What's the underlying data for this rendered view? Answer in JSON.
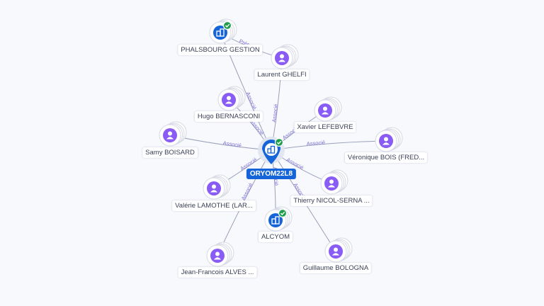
{
  "center": {
    "label": "ORYOM22L8",
    "icon": "company-icon",
    "verified": true
  },
  "nodes": [
    {
      "id": "phalsbourg",
      "label": "PHALSBOURG GESTION",
      "type": "company",
      "verified": true
    },
    {
      "id": "ghelfi",
      "label": "Laurent GHELFI",
      "type": "person"
    },
    {
      "id": "bernasconi",
      "label": "Hugo BERNASCONI",
      "type": "person"
    },
    {
      "id": "lefebvre",
      "label": "Xavier LEFEBVRE",
      "type": "person"
    },
    {
      "id": "boisard",
      "label": "Samy BOISARD",
      "type": "person"
    },
    {
      "id": "bois",
      "label": "Véronique BOIS (FRED...",
      "type": "person"
    },
    {
      "id": "lamothe",
      "label": "Valérie LAMOTHE (LAR...",
      "type": "person"
    },
    {
      "id": "nicol",
      "label": "Thierry NICOL-SERNA ...",
      "type": "person"
    },
    {
      "id": "alcyom",
      "label": "ALCYOM",
      "type": "company",
      "verified": true
    },
    {
      "id": "alves",
      "label": "Jean-Francois ALVES ...",
      "type": "person"
    },
    {
      "id": "bologna",
      "label": "Guillaume BOLOGNA",
      "type": "person"
    }
  ],
  "edges": [
    {
      "from": "phalsbourg",
      "to": "center",
      "label": "Associé"
    },
    {
      "from": "ghelfi",
      "to": "center",
      "label": "Associé"
    },
    {
      "from": "ghelfi",
      "to": "phalsbourg",
      "label": "Prés"
    },
    {
      "from": "bernasconi",
      "to": "center",
      "label": "Associé"
    },
    {
      "from": "lefebvre",
      "to": "center",
      "label": "Associé"
    },
    {
      "from": "boisard",
      "to": "center",
      "label": "Associé"
    },
    {
      "from": "bois",
      "to": "center",
      "label": "Associé"
    },
    {
      "from": "lamothe",
      "to": "center",
      "label": "Associé"
    },
    {
      "from": "nicol",
      "to": "center",
      "label": "Associé"
    },
    {
      "from": "alcyom",
      "to": "center",
      "label": "Associé"
    },
    {
      "from": "alves",
      "to": "center",
      "label": "Associé"
    },
    {
      "from": "bologna",
      "to": "center",
      "label": "Associé"
    }
  ],
  "colors": {
    "company": "#1565d8",
    "person": "#8a5cf6",
    "verified": "#1e9e4a",
    "edge": "#8a90b0",
    "edge_label": "#7b6fd6",
    "center_label_bg": "#1565d8",
    "background": "#f8f9fc"
  }
}
